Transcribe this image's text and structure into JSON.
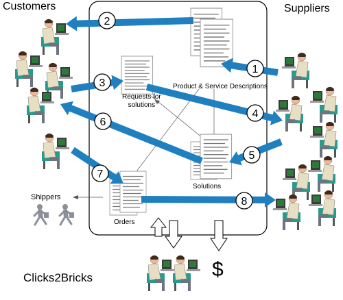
{
  "groups": {
    "customers": "Customers",
    "suppliers": "Suppliers",
    "shippers": "Shippers",
    "company": "Clicks2Bricks"
  },
  "documents": {
    "product_service": "Product & Service Descriptions",
    "requests_line1": "Requests for",
    "requests_line2": "solutions",
    "solutions": "Solutions",
    "orders": "Orders"
  },
  "symbols": {
    "money": "$"
  },
  "flows": [
    "1",
    "2",
    "3",
    "4",
    "5",
    "6",
    "7",
    "8"
  ],
  "colors": {
    "arrow": "#1f7fbf",
    "platform_border": "#000000",
    "person_shirt": "#e7dfc3",
    "person_skin": "#e8b89a",
    "chair": "#2a9a8f",
    "monitor": "#3b3b3b",
    "shipper": "#8a8f99"
  }
}
